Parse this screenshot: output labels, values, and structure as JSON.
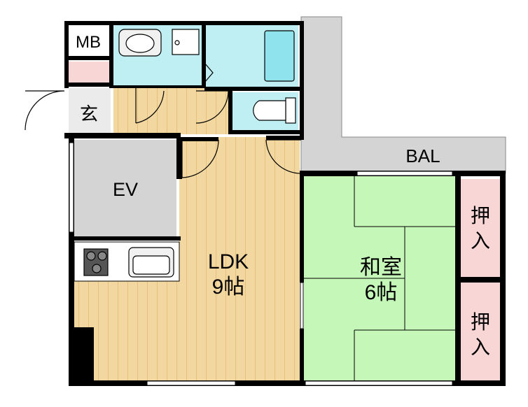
{
  "rooms": {
    "mb": "MB",
    "entrance": "玄",
    "ev": "EV",
    "bal": "BAL",
    "ldk_name": "LDK",
    "ldk_size": "9帖",
    "washitsu_name": "和室",
    "washitsu_size": "6帖",
    "closet_top_1": "押",
    "closet_top_2": "入",
    "closet_bottom_1": "押",
    "closet_bottom_2": "入"
  },
  "colors": {
    "wall": "#000000",
    "wood_floor": "#f3d7a0",
    "wood_stripe": "#e5c07a",
    "tatami": "#c4f7b8",
    "wet_area": "#bfeff3",
    "gray_area": "#d4d4d4",
    "closet": "#f9d6d6",
    "window": "#ffffff"
  }
}
